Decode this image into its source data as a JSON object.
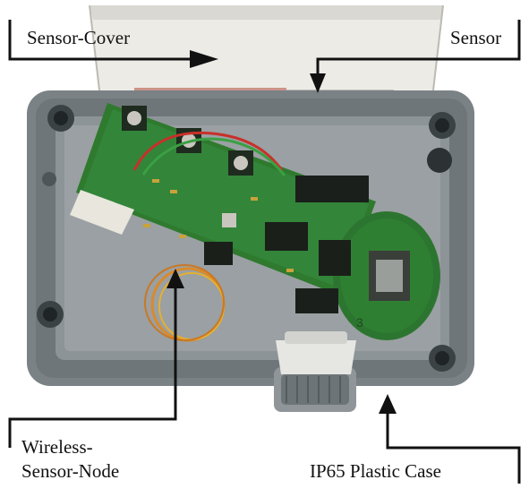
{
  "labels": {
    "sensor_cover": "Sensor-Cover",
    "sensor": "Sensor",
    "node_line1": "Wireless-",
    "node_line2": "Sensor-Node",
    "case": "IP65 Plastic Case"
  },
  "board_marking": "3",
  "colors": {
    "case_gray": "#7a8286",
    "case_dark": "#4d5558",
    "pcb_green": "#2f7a2e",
    "pcb_dark": "#1d5220",
    "cover_white": "#ececea",
    "wire_orange": "#d98a2b",
    "wire_red": "#c8302a",
    "annotation_line": "#111111"
  }
}
